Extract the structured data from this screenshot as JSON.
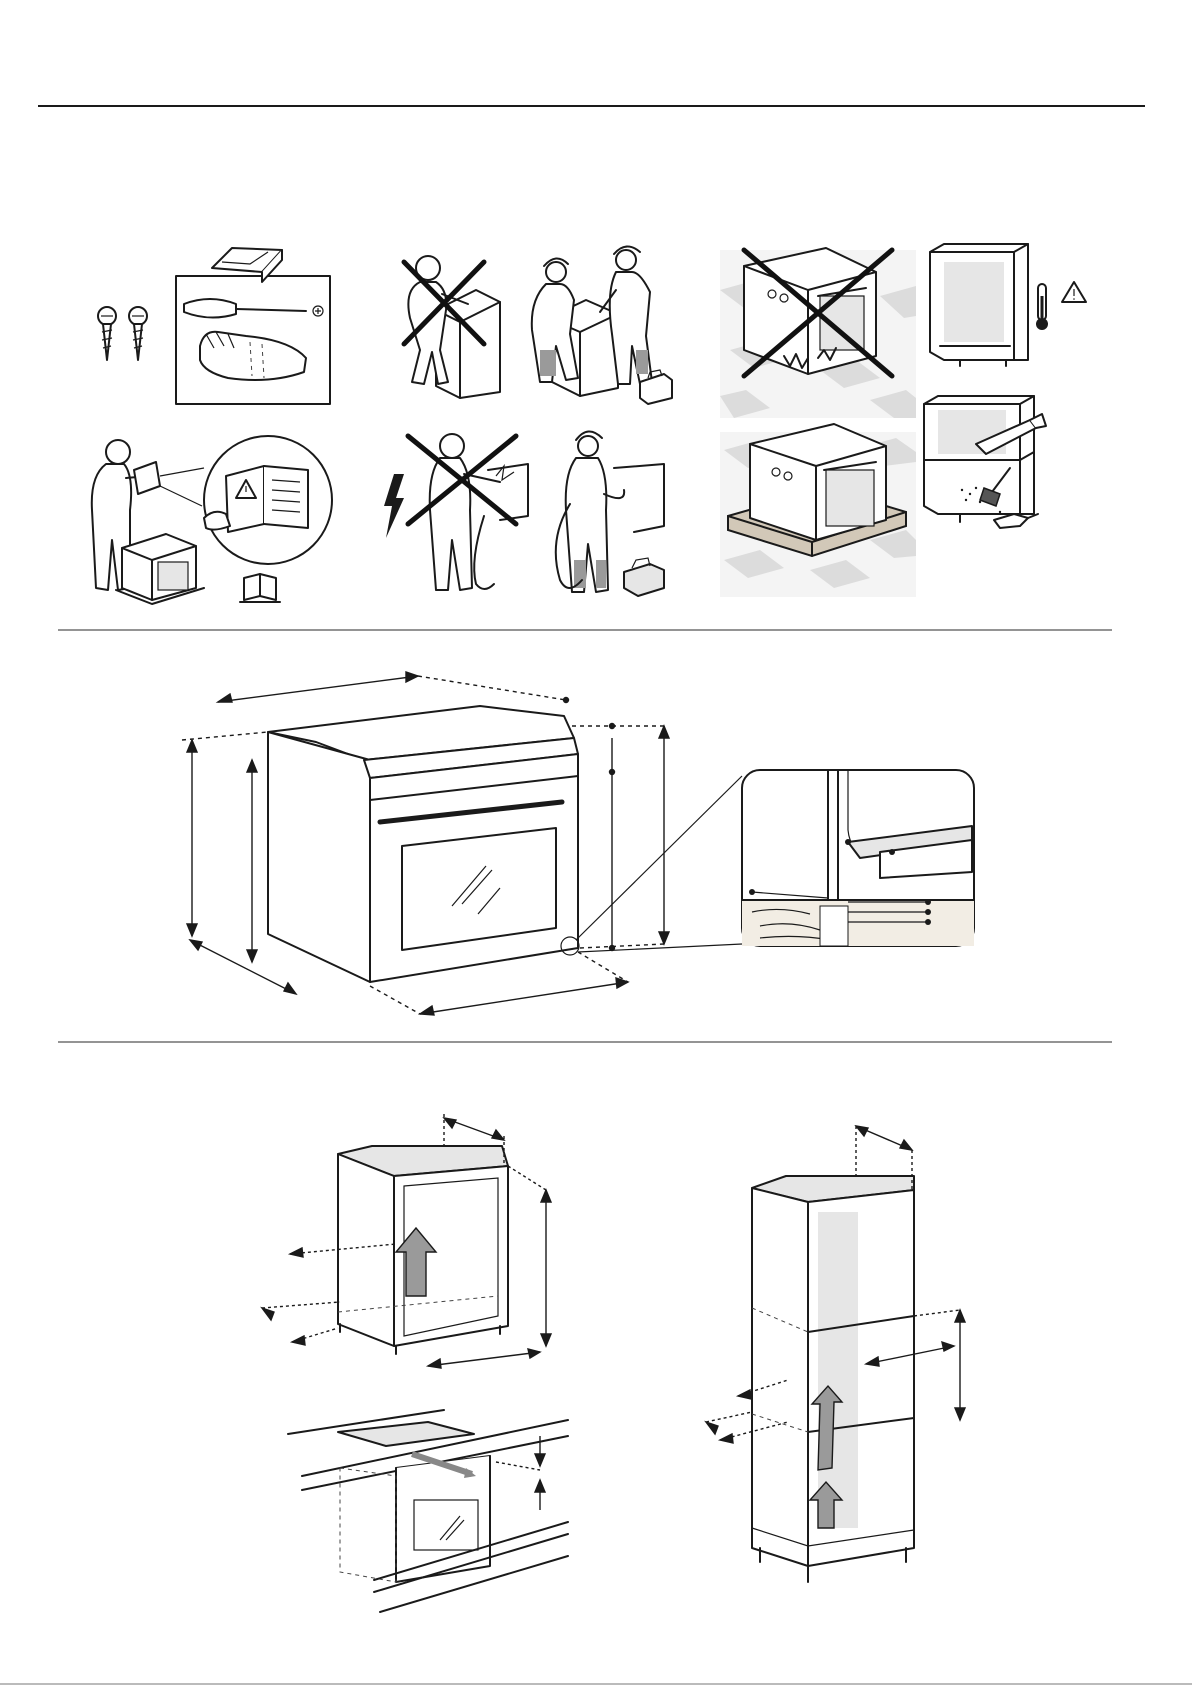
{
  "sections": {
    "safety": {
      "panels": [
        {
          "id": "tools",
          "icons": [
            "screw-icon",
            "screw-icon",
            "installation-bracket-icon",
            "screwdriver-icon",
            "gloves-icon"
          ]
        },
        {
          "id": "lift-wrong",
          "icons": [
            "person-icon",
            "box-icon",
            "cross-mark-icon"
          ]
        },
        {
          "id": "lift-right",
          "icons": [
            "worker-icon",
            "worker-icon",
            "box-icon",
            "toolbox-icon"
          ]
        },
        {
          "id": "floor-wrong",
          "icons": [
            "oven-box-icon",
            "damage-icon",
            "cross-mark-icon"
          ]
        },
        {
          "id": "floor-right",
          "icons": [
            "oven-box-icon",
            "pad-icon"
          ]
        },
        {
          "id": "cabinet-heat",
          "icons": [
            "cabinet-icon",
            "thermometer-icon",
            "warning-triangle-icon"
          ]
        },
        {
          "id": "cabinet-clean",
          "icons": [
            "cabinet-icon",
            "saw-icon",
            "brush-icon",
            "dustpan-icon"
          ]
        },
        {
          "id": "read-manual",
          "icons": [
            "person-icon",
            "manual-icon",
            "warning-triangle-icon",
            "oven-icon",
            "book-icon"
          ]
        },
        {
          "id": "electric-wrong",
          "icons": [
            "lightning-icon",
            "person-icon",
            "cross-mark-icon"
          ]
        },
        {
          "id": "electric-right",
          "icons": [
            "worker-icon",
            "cable-icon",
            "toolbox-icon"
          ]
        }
      ]
    },
    "dimensions": {
      "icons": [
        "oven-icon",
        "dimension-arrow-icon",
        "detail-magnifier-icon"
      ]
    },
    "cabinets": {
      "icons": [
        "base-cabinet-icon",
        "tall-cabinet-icon",
        "hob-icon",
        "airflow-arrow-icon"
      ]
    }
  }
}
